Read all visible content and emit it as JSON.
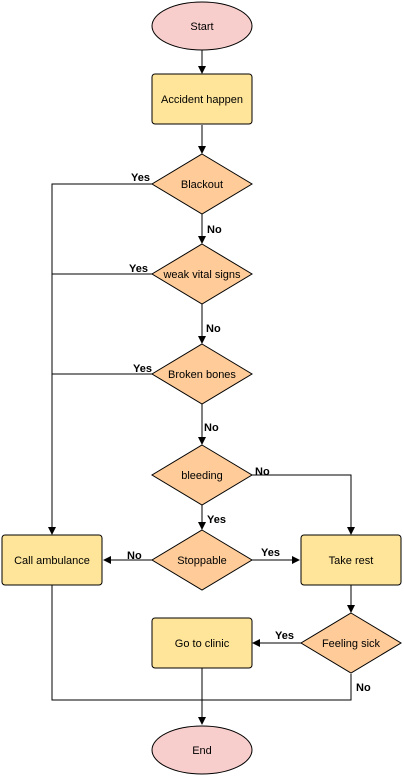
{
  "nodes": {
    "start": "Start",
    "accident": "Accident happen",
    "blackout": "Blackout",
    "weak_vital_signs": "weak vital signs",
    "broken_bones": "Broken bones",
    "bleeding": "bleeding",
    "stoppable": "Stoppable",
    "call_ambulance": "Call ambulance",
    "take_rest": "Take rest",
    "go_to_clinic": "Go to clinic",
    "feeling_sick": "Feeling sick",
    "end": "End"
  },
  "edge_labels": {
    "blackout_yes": "Yes",
    "blackout_no": "No",
    "weak_yes": "Yes",
    "weak_no": "No",
    "broken_yes": "Yes",
    "broken_no": "No",
    "bleeding_no": "No",
    "bleeding_yes": "Yes",
    "stoppable_no": "No",
    "stoppable_yes": "Yes",
    "feeling_yes": "Yes",
    "feeling_no": "No"
  },
  "colors": {
    "terminal_fill": "#f8cecc",
    "process_fill": "#ffe599",
    "decision_fill": "#ffcc99",
    "stroke": "#000000"
  }
}
